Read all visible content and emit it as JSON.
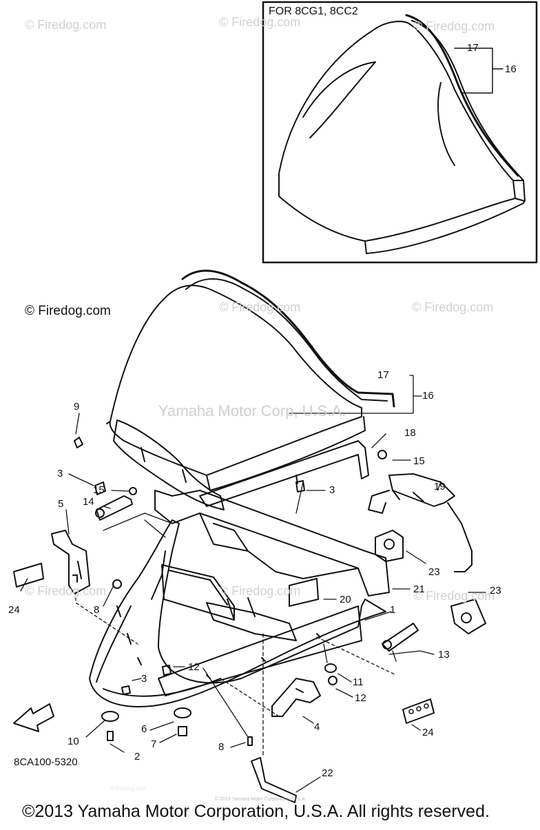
{
  "watermarks": [
    "© Firedog.com",
    "© Firedog.com",
    "© Firedog.com",
    "© Firedog.com",
    "© Firedog.com",
    "© Firedog.com",
    "© Firedog.com",
    "© Firedog.com",
    "© Firedog.com"
  ],
  "main_watermark": "© Firedog.com",
  "yamaha_watermark": "Yamaha Motor Corp, U.S.A.",
  "inset_title": "FOR 8CG1, 8CC2",
  "inset_callouts": [
    "17",
    "16"
  ],
  "callouts": [
    "1",
    "2",
    "3",
    "3",
    "3",
    "4",
    "5",
    "6",
    "7",
    "8",
    "8",
    "9",
    "10",
    "11",
    "12",
    "12",
    "13",
    "14",
    "15",
    "15",
    "16",
    "17",
    "18",
    "19",
    "20",
    "21",
    "22",
    "23",
    "23",
    "24",
    "24"
  ],
  "diagram_code": "8CA100-5320",
  "tiny_text": "© 2013 Yamaha Motor Corporation, U.S.A.",
  "copyright": "©2013 Yamaha Motor Corporation, U.S.A. All rights reserved."
}
